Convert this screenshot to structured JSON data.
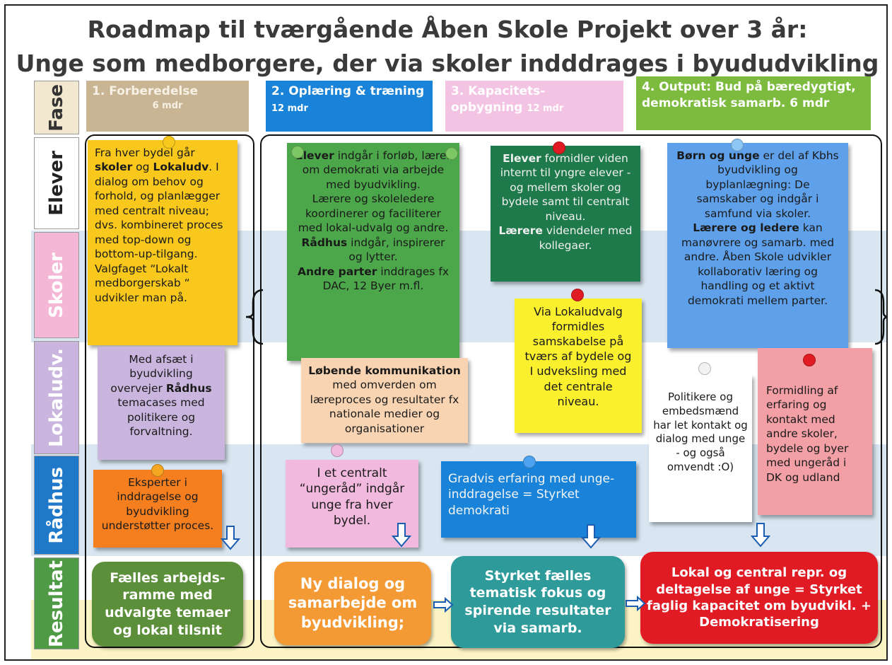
{
  "title": {
    "line1": "Roadmap til tværgående Åben Skole Projekt over 3 år:",
    "line2": "Unge som medborgere, der via skoler indddrages i byududvikling"
  },
  "rows": [
    {
      "label": "Fase",
      "color": "#f2e8cf"
    },
    {
      "label": "Elever",
      "color": "#ffffff"
    },
    {
      "label": "Skoler",
      "color": "#f4b8d6"
    },
    {
      "label": "Lokaludv.",
      "color": "#c9b5de"
    },
    {
      "label": "Rådhus",
      "color": "#1f78c8"
    },
    {
      "label": "Resultat",
      "color": "#4f9a44"
    }
  ],
  "phases": [
    {
      "name": "1. Forberedelse",
      "duration": "6 mdr",
      "color": "#c9b594"
    },
    {
      "name": "2. Oplæring & træning",
      "duration": "12 mdr",
      "color": "#1883d8"
    },
    {
      "name": "3. Kapacitets- opbygning",
      "duration": "12 mdr",
      "color": "#f3c3e3"
    },
    {
      "name": "4. Output: Bud på bæredygtigt, demokratisk samarb.",
      "duration": "6 mdr",
      "color": "#7cbb3e"
    }
  ],
  "notes": {
    "n1_a": "Fra hver bydel går ",
    "n1_b": "skoler",
    "n1_c": " og ",
    "n1_d": "Lokaludv",
    "n1_e": ". I dialog om behov og forhold, og planlægger med centralt niveau; dvs. kombineret proces med top-down og bottom-up-tilgang. Valgfaget “Lokalt medborgerskab “ udvikler man på.",
    "n2_a": "Med afsæt i byudvikling overvejer ",
    "n2_b": "Rådhus",
    "n2_c": " temacases med politikere og forvaltning.",
    "n3": "Eksperter i inddragelse og byudvikling understøtter proces.",
    "n4_a": "Elever",
    "n4_b": " indgår i forløb, lærer  om demokrati via arbejde med byudvikling.",
    "n4_c": "Lærere og skoleledere koordinerer og faciliterer med lokal-udvalg og andre.",
    "n4_d": "Rådhus",
    "n4_e": " indgår, inspirerer og lytter.",
    "n4_f": "Andre parter",
    "n4_g": " inddrages fx DAC, 12 Byer m.fl.",
    "n5_a": "Løbende kommunikation",
    "n5_b": " med omverden om læreproces og resultater fx nationale  medier og organisationer",
    "n6": "I et centralt “ungeråd” indgår unge fra hver bydel.",
    "n7_a": "Elever",
    "n7_b": " formidler viden internt til yngre elever - og mellem skoler og bydele samt til centralt niveau.",
    "n7_c": "Lærere",
    "n7_d": " videndeler med kollegaer.",
    "n8": "Via Lokaludvalg formidles samskabelse på tværs af bydele og I udveksling med det centrale niveau.",
    "n9": "Gradvis erfaring med unge-inddragelse = Styrket demokrati",
    "n10_a": "Børn og unge",
    "n10_b": "  er del af Kbhs byudvikling og byplanlægning: De samskaber og indgår i samfund via skoler.",
    "n10_c": "Lærere og ledere",
    "n10_d": " kan manøvrere  og samarb. med andre. Åben Skole udvikler kollaborativ læring og handling og et aktivt demokrati mellem parter.",
    "n11": "Politikere og embedsmænd har let kontakt og dialog med unge  - og også omvendt :O)",
    "n12": "Formidling af erfaring og kontakt med andre skoler, bydele og byer med ungeråd i DK og udland"
  },
  "results": [
    {
      "text": "Fælles arbejds-ramme med udvalgte temaer og lokal tilsnit",
      "color": "#5c8f3a"
    },
    {
      "text": "Ny dialog og samarbejde om byudvikling;",
      "color": "#f39a34"
    },
    {
      "text": "Styrket fælles tematisk fokus og spirende resultater via samarb.",
      "color": "#2e9a9a"
    },
    {
      "text": "Lokal og central  repr. og deltagelse af unge = Styrket faglig kapacitet om byudvikl. + Demokratisering",
      "color": "#e01b24"
    }
  ]
}
